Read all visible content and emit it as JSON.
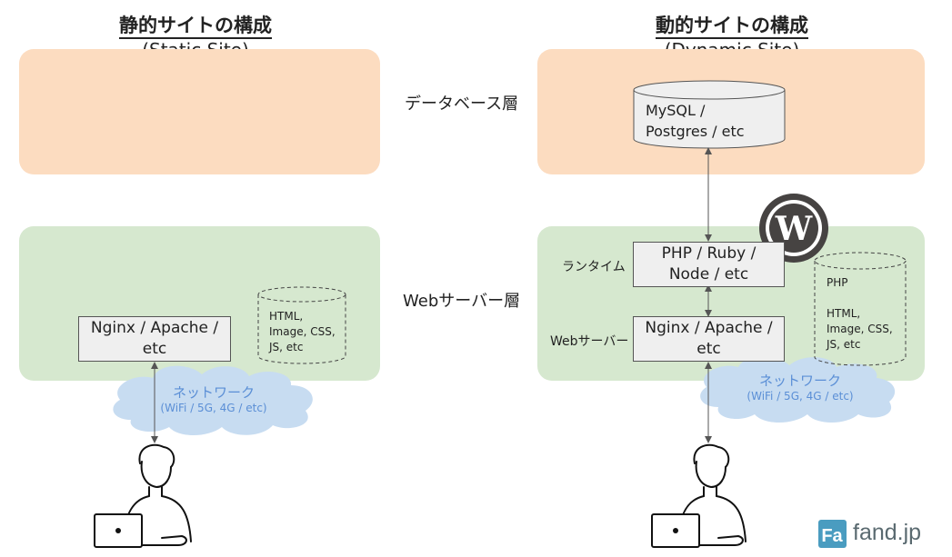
{
  "static": {
    "title": "静的サイトの構成",
    "subtitle": "(Static Site)",
    "server_box": "Nginx / Apache / etc",
    "files": [
      "HTML,",
      "Image, CSS,",
      "JS, etc"
    ],
    "network": {
      "label": "ネットワーク",
      "detail": "(WiFi / 5G, 4G / etc)"
    }
  },
  "dynamic": {
    "title": "動的サイトの構成",
    "subtitle": "(Dynamic Site)",
    "db_box": [
      "MySQL /",
      "Postgres / etc"
    ],
    "runtime_label": "ランタイム",
    "runtime_box": [
      "PHP / Ruby /",
      "Node / etc"
    ],
    "webserver_label": "Webサーバー",
    "server_box": [
      "Nginx / Apache /",
      "etc"
    ],
    "files": [
      "PHP",
      "",
      "HTML,",
      "Image, CSS,",
      "JS, etc"
    ],
    "network": {
      "label": "ネットワーク",
      "detail": "(WiFi / 5G, 4G / etc)"
    }
  },
  "layers": {
    "database": "データベース層",
    "web": "Webサーバー層"
  },
  "branding": {
    "logo_text": "fand.jp",
    "logo_mark": "Fa",
    "wordpress_mark": "W"
  },
  "colors": {
    "db_zone": "#fcdcc0",
    "web_zone": "#d6e8cf",
    "cloud": "#c7dcf1",
    "network_text": "#5b8fd6"
  }
}
